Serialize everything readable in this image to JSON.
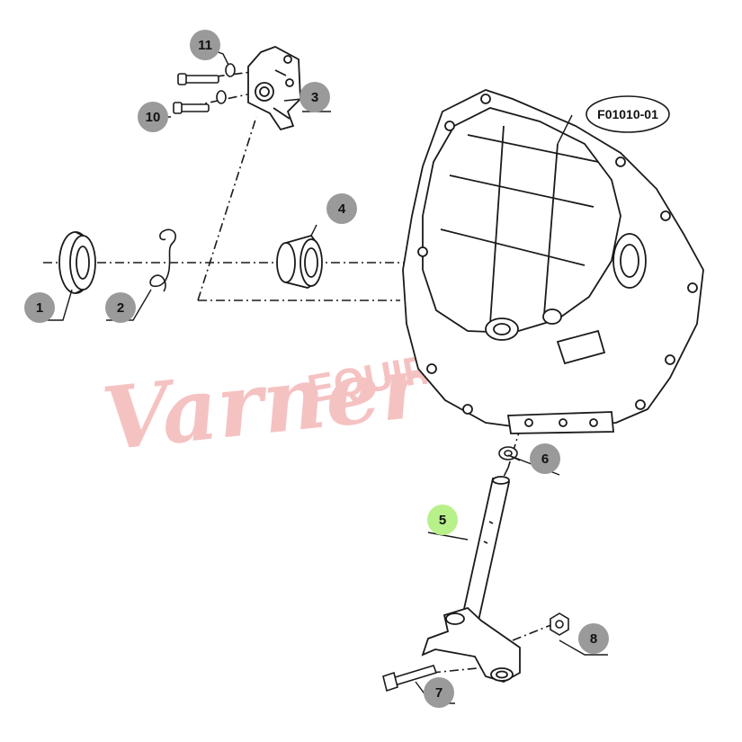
{
  "diagram": {
    "figure_code": "F01010-01",
    "callouts": [
      {
        "id": "1",
        "label": "1",
        "highlight": false
      },
      {
        "id": "2",
        "label": "2",
        "highlight": false
      },
      {
        "id": "3",
        "label": "3",
        "highlight": false
      },
      {
        "id": "4",
        "label": "4",
        "highlight": false
      },
      {
        "id": "5",
        "label": "5",
        "highlight": true
      },
      {
        "id": "6",
        "label": "6",
        "highlight": false
      },
      {
        "id": "7",
        "label": "7",
        "highlight": false
      },
      {
        "id": "8",
        "label": "8",
        "highlight": false
      },
      {
        "id": "10",
        "label": "10",
        "highlight": false
      },
      {
        "id": "11",
        "label": "11",
        "highlight": false
      }
    ],
    "colors": {
      "badge_fill": "#9a9a9a",
      "badge_highlight": "#b8f08a",
      "line": "#1a1a1a",
      "watermark": "#f4b8b8"
    }
  },
  "watermark": {
    "script": "Varner",
    "block": "EQUIPMENT"
  }
}
